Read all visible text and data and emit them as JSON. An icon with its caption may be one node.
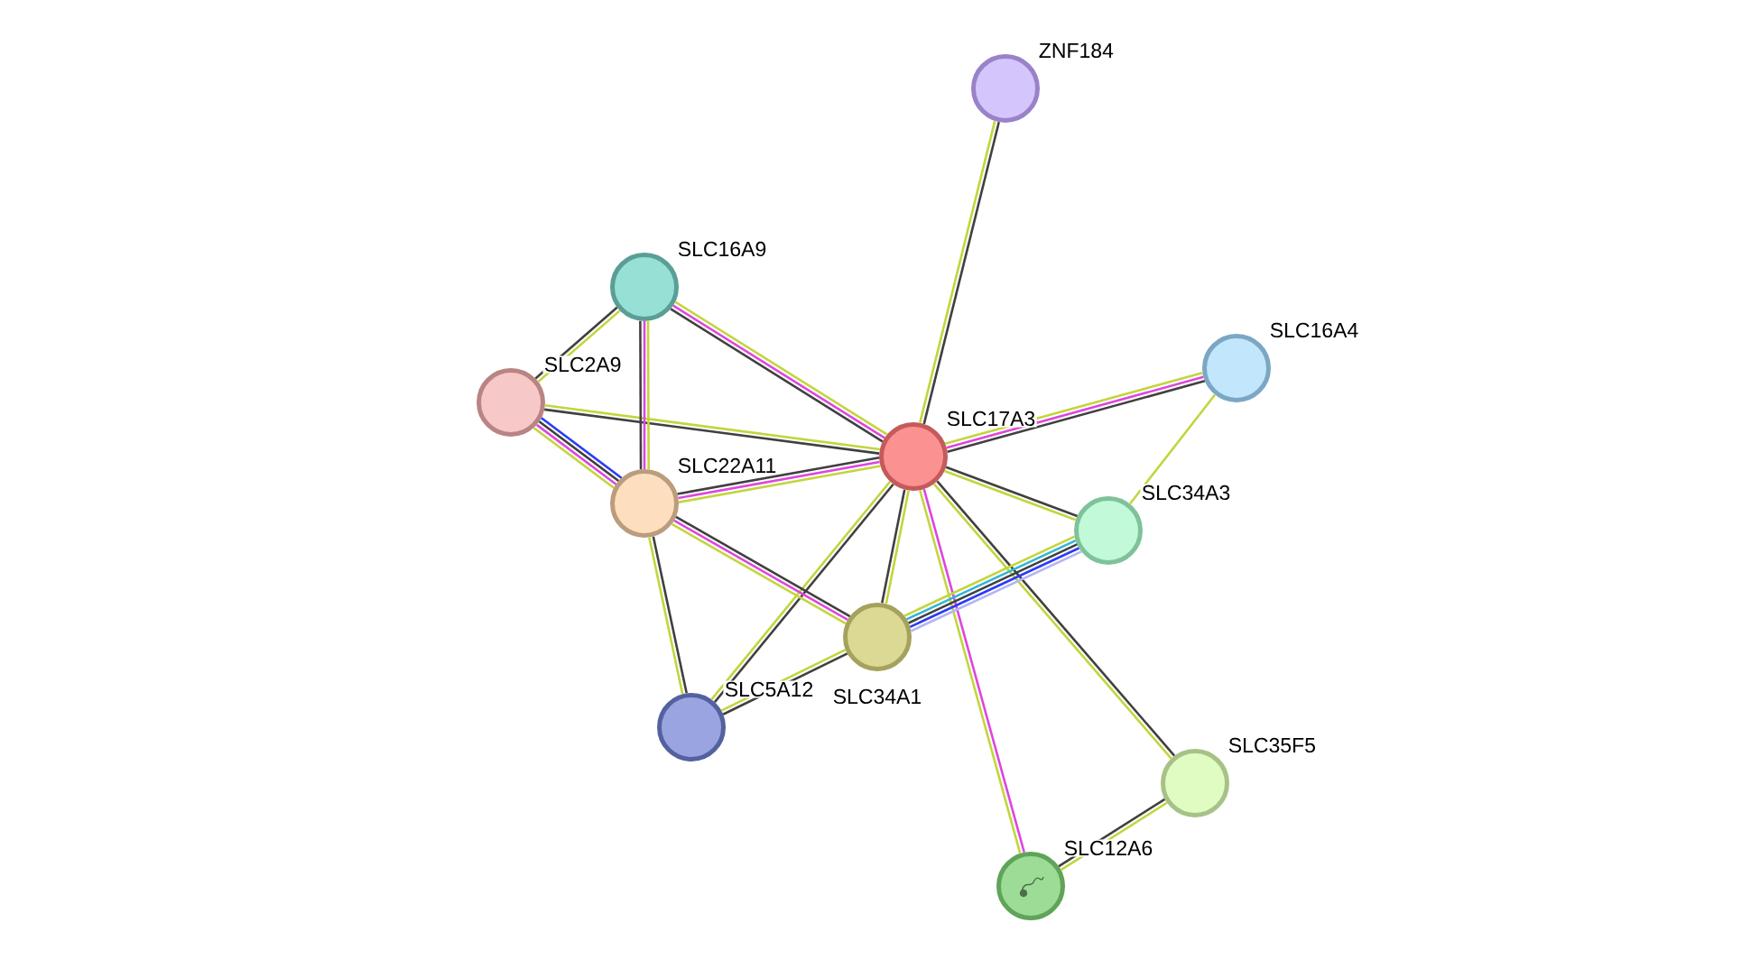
{
  "diagram": {
    "nodes": [
      {
        "text": [
          "ZNF184"
        ]
      },
      {
        "text": [
          "SLC16A9"
        ]
      },
      {
        "text": [
          "SLC16A4"
        ]
      },
      {
        "text": [
          "SLC2A9"
        ]
      },
      {
        "text": [
          "SLC17A3"
        ]
      },
      {
        "text": [
          "SLC22A11"
        ]
      },
      {
        "text": [
          "SLC34A3"
        ]
      },
      {
        "text": [
          "SLC34A1"
        ]
      },
      {
        "text": [
          "SLC5A12"
        ]
      },
      {
        "text": [
          "SLC35F5"
        ]
      },
      {
        "text": [
          "SLC12A6"
        ]
      }
    ],
    "edges": [
      {
        "from": 4,
        "to": 0,
        "arrow": "none",
        "color": "#404040"
      },
      {
        "from": 4,
        "to": 0,
        "arrow": "none"
      },
      {
        "from": 4,
        "to": 1,
        "arrow": "none"
      },
      {
        "from": 4,
        "to": 1,
        "arrow": "none",
        "color": "#de46de"
      },
      {
        "from": 4,
        "to": 1,
        "arrow": "none",
        "color": "#404040"
      },
      {
        "from": 4,
        "to": 2,
        "arrow": "none",
        "color": "#404040"
      },
      {
        "from": 4,
        "to": 2,
        "arrow": "none",
        "color": "#de46de"
      },
      {
        "from": 4,
        "to": 2,
        "arrow": "none"
      },
      {
        "from": 4,
        "to": 3,
        "arrow": "none"
      },
      {
        "from": 4,
        "to": 3,
        "arrow": "none",
        "color": "#404040"
      },
      {
        "from": 4,
        "to": 5,
        "arrow": "none"
      },
      {
        "from": 4,
        "to": 5,
        "arrow": "none",
        "color": "#de46de"
      },
      {
        "from": 4,
        "to": 5,
        "arrow": "none",
        "color": "#404040"
      },
      {
        "from": 4,
        "to": 6,
        "arrow": "none",
        "color": "#404040"
      },
      {
        "from": 4,
        "to": 6,
        "arrow": "none"
      },
      {
        "from": 4,
        "to": 7,
        "arrow": "none"
      },
      {
        "from": 4,
        "to": 7,
        "arrow": "none",
        "color": "#404040"
      },
      {
        "from": 4,
        "to": 8,
        "arrow": "none",
        "color": "#404040"
      },
      {
        "from": 4,
        "to": 8,
        "arrow": "none"
      },
      {
        "from": 4,
        "to": 9,
        "arrow": "none",
        "color": "#404040"
      },
      {
        "from": 4,
        "to": 9,
        "arrow": "none"
      },
      {
        "from": 4,
        "to": 10,
        "arrow": "none",
        "color": "#de46de"
      },
      {
        "from": 4,
        "to": 10,
        "arrow": "none"
      },
      {
        "from": 1,
        "to": 3,
        "arrow": "none"
      },
      {
        "from": 1,
        "to": 3,
        "arrow": "none",
        "color": "#404040"
      },
      {
        "from": 1,
        "to": 5,
        "arrow": "none"
      },
      {
        "from": 1,
        "to": 5,
        "arrow": "none",
        "color": "#de46de"
      },
      {
        "from": 1,
        "to": 5,
        "arrow": "none",
        "color": "#404040"
      },
      {
        "from": 3,
        "to": 5,
        "arrow": "none",
        "color": "#2a3cf5"
      },
      {
        "from": 3,
        "to": 5,
        "arrow": "none",
        "color": "#404040"
      },
      {
        "from": 3,
        "to": 5,
        "arrow": "none",
        "color": "#de46de"
      },
      {
        "from": 3,
        "to": 5,
        "arrow": "none"
      },
      {
        "from": 5,
        "to": 7,
        "arrow": "none",
        "color": "#404040"
      },
      {
        "from": 5,
        "to": 7,
        "arrow": "none",
        "color": "#de46de"
      },
      {
        "from": 5,
        "to": 7,
        "arrow": "none"
      },
      {
        "from": 5,
        "to": 8,
        "arrow": "none",
        "color": "#404040"
      },
      {
        "from": 5,
        "to": 8,
        "arrow": "none"
      },
      {
        "from": 6,
        "to": 7,
        "arrow": "none",
        "color": "#b4b4f4"
      },
      {
        "from": 6,
        "to": 7,
        "arrow": "none",
        "color": "#2a3cf5"
      },
      {
        "from": 6,
        "to": 7,
        "arrow": "none",
        "color": "#404040"
      },
      {
        "from": 6,
        "to": 7,
        "arrow": "none",
        "color": "#2fb5d5"
      },
      {
        "from": 6,
        "to": 7,
        "arrow": "none"
      },
      {
        "from": 2,
        "to": 6,
        "arrow": "none"
      },
      {
        "from": 7,
        "to": 8,
        "arrow": "none",
        "color": "#404040"
      },
      {
        "from": 7,
        "to": 8,
        "arrow": "none"
      },
      {
        "from": 9,
        "to": 10,
        "arrow": "none"
      },
      {
        "from": 9,
        "to": 10,
        "arrow": "none",
        "color": "#404040"
      }
    ]
  }
}
